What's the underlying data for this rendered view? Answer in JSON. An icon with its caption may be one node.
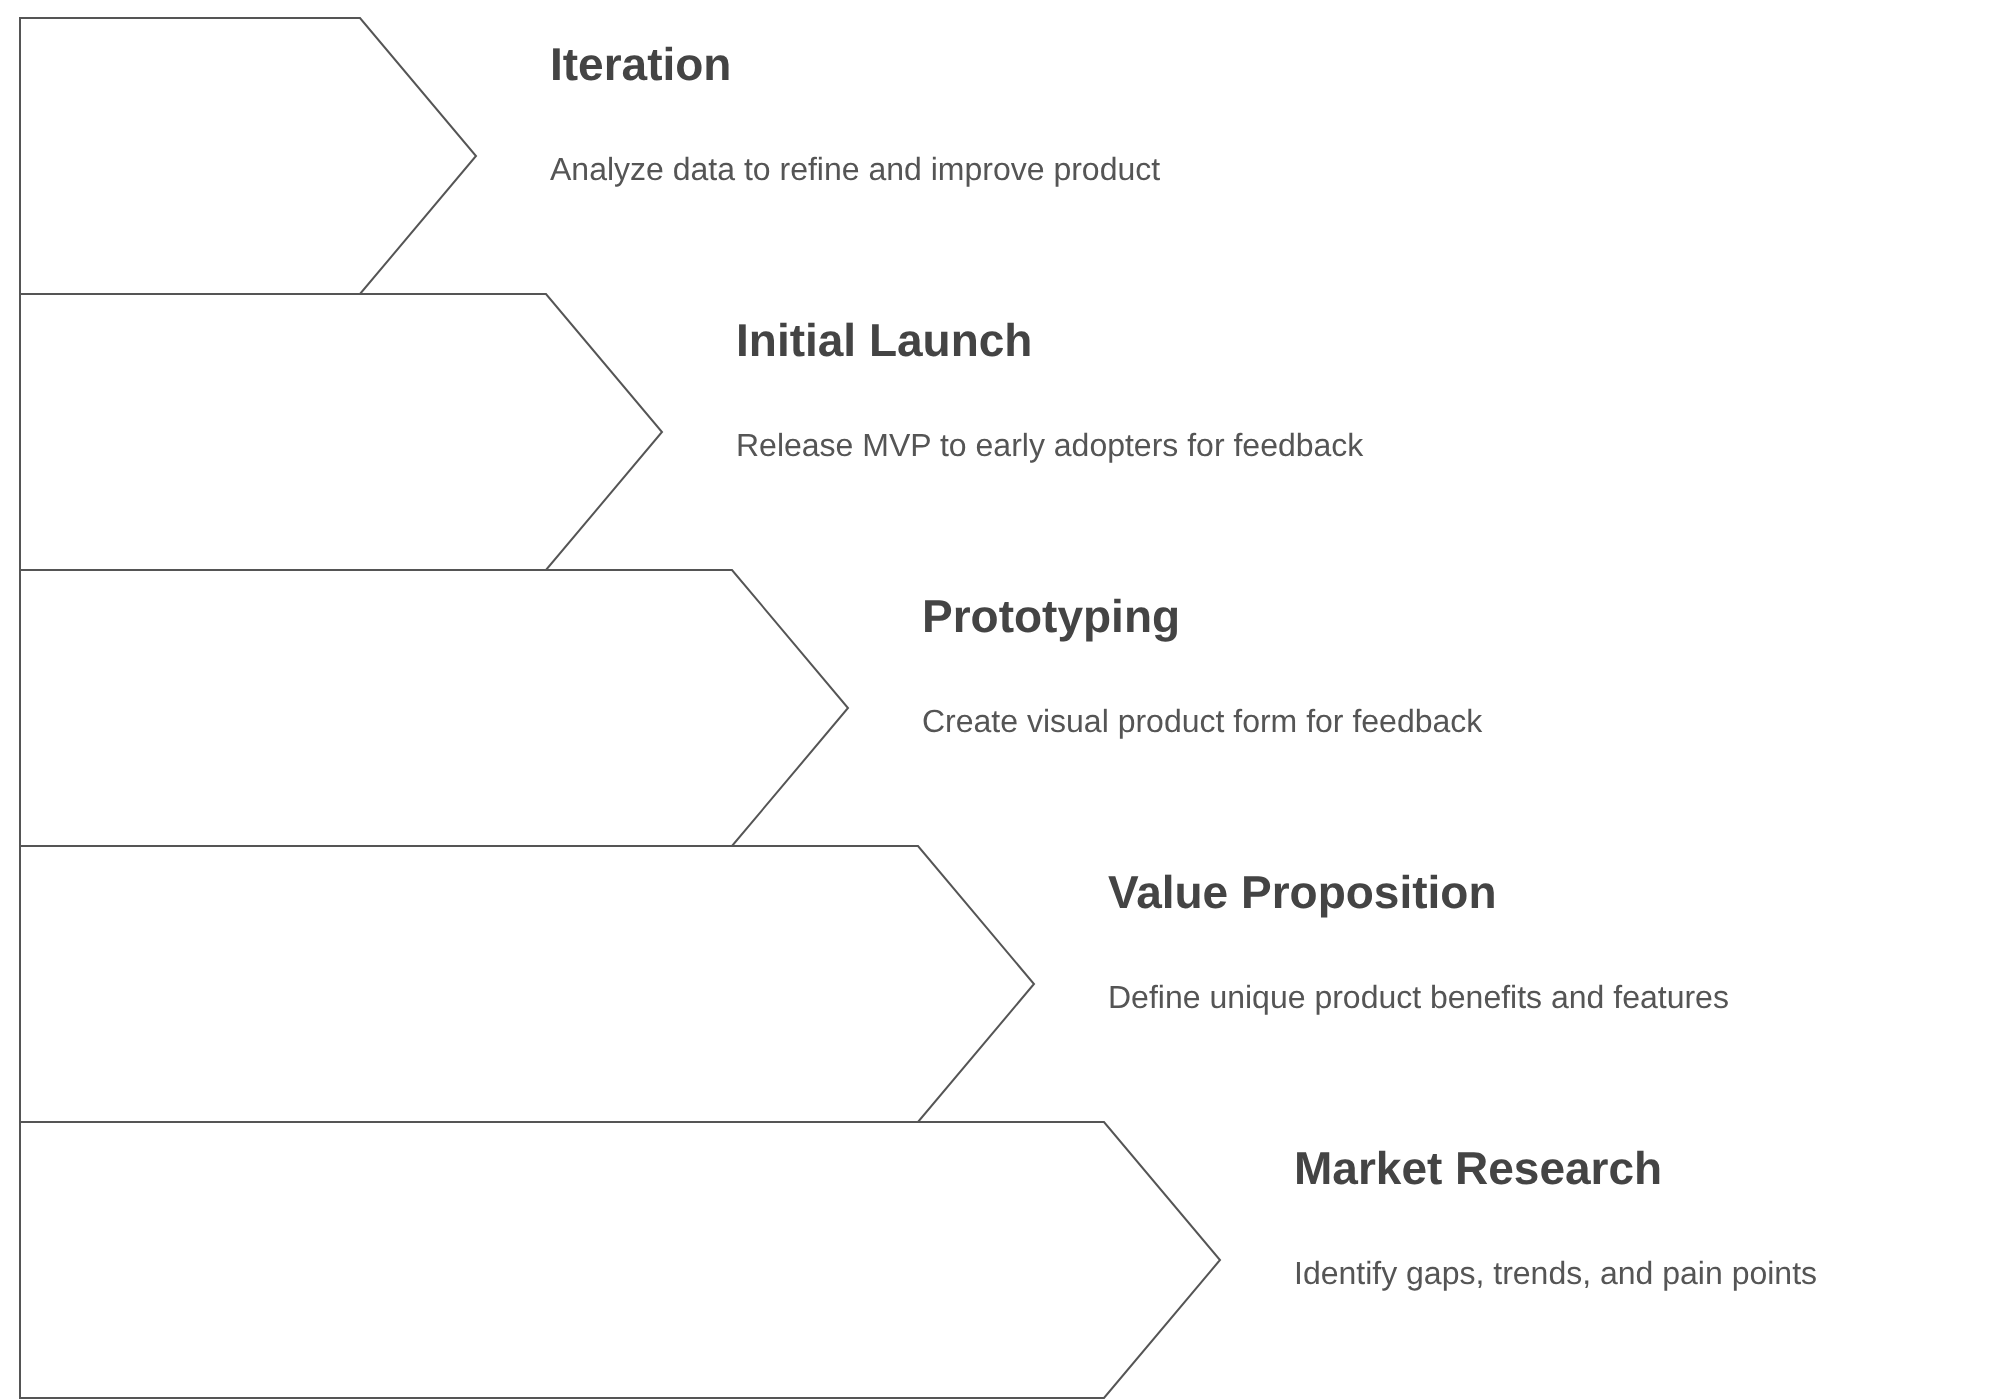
{
  "diagram": {
    "nodes": [
      {
        "text": [
          "Iteration",
          "Analyze data to refine and improve product"
        ]
      },
      {
        "text": [
          "Initial Launch",
          "Release MVP to early adopters for feedback"
        ]
      },
      {
        "text": [
          "Prototyping",
          "Create visual product form for feedback"
        ]
      },
      {
        "text": [
          "Value Proposition",
          "Define unique product benefits and features"
        ]
      },
      {
        "text": [
          "Market Research",
          "Identify gaps, trends, and pain points"
        ]
      }
    ]
  }
}
